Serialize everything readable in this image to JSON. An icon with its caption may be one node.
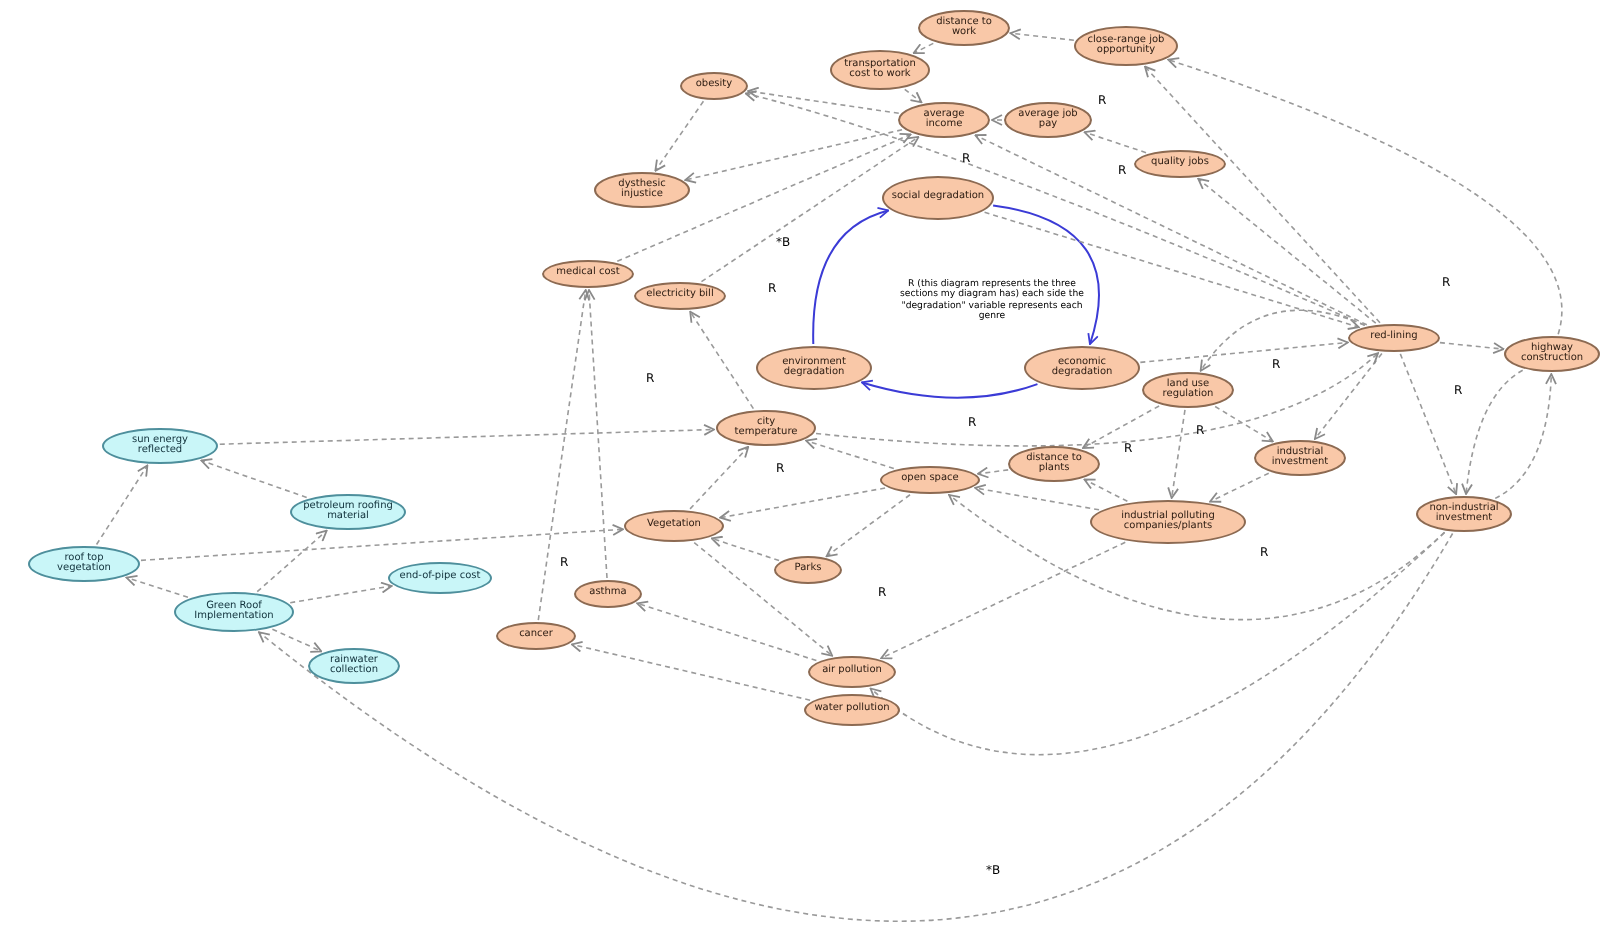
{
  "diagram": {
    "nodes": [
      {
        "text": [
          "distance to work"
        ]
      },
      {
        "text": [
          "close-range job opportunity"
        ]
      },
      {
        "text": [
          "transportation cost to work"
        ]
      },
      {
        "text": [
          "obesity"
        ]
      },
      {
        "text": [
          "average income"
        ]
      },
      {
        "text": [
          "average job pay"
        ]
      },
      {
        "text": [
          "dysthesic injustice"
        ]
      },
      {
        "text": [
          "quality jobs"
        ]
      },
      {
        "text": [
          "social degradation"
        ]
      },
      {
        "text": [
          "medical cost"
        ]
      },
      {
        "text": [
          "electricity bill"
        ]
      },
      {
        "text": [
          "environment degradation"
        ]
      },
      {
        "text": [
          "economic degradation"
        ]
      },
      {
        "text": [
          "red-lining"
        ]
      },
      {
        "text": [
          "highway construction"
        ]
      },
      {
        "text": [
          "land use regulation"
        ]
      },
      {
        "text": [
          "city temperature"
        ]
      },
      {
        "text": [
          "sun energy reflected"
        ]
      },
      {
        "text": [
          "petroleum roofing material"
        ]
      },
      {
        "text": [
          "distance to plants"
        ]
      },
      {
        "text": [
          "industrial investment"
        ]
      },
      {
        "text": [
          "open space"
        ]
      },
      {
        "text": [
          "Vegetation"
        ]
      },
      {
        "text": [
          "industrial polluting companies/plants"
        ]
      },
      {
        "text": [
          "non-industrial investment"
        ]
      },
      {
        "text": [
          "roof top vegetation"
        ]
      },
      {
        "text": [
          "end-of-pipe cost"
        ]
      },
      {
        "text": [
          "Parks"
        ]
      },
      {
        "text": [
          "Green Roof Implementation"
        ]
      },
      {
        "text": [
          "asthma"
        ]
      },
      {
        "text": [
          "cancer"
        ]
      },
      {
        "text": [
          "rainwater collection"
        ]
      },
      {
        "text": [
          "air pollution"
        ]
      },
      {
        "text": [
          "water pollution"
        ]
      }
    ],
    "edges": [
      {
        "from": 1,
        "to": 0,
        "arrow": "to",
        "style": "dashed"
      },
      {
        "from": 0,
        "to": 2,
        "arrow": "to",
        "style": "dashed"
      },
      {
        "from": 2,
        "to": 4,
        "arrow": "to",
        "style": "dashed"
      },
      {
        "from": 4,
        "to": 3,
        "arrow": "to",
        "style": "dashed"
      },
      {
        "from": 3,
        "to": 6,
        "arrow": "to",
        "style": "dashed"
      },
      {
        "from": 4,
        "to": 6,
        "arrow": "to",
        "style": "dashed"
      },
      {
        "from": 5,
        "to": 4,
        "arrow": "to",
        "style": "dashed"
      },
      {
        "from": 7,
        "to": 5,
        "arrow": "to",
        "style": "dashed"
      },
      {
        "from": 13,
        "to": 3,
        "arrow": "to",
        "style": "dashed"
      },
      {
        "from": 9,
        "to": 4,
        "arrow": "to",
        "style": "dashed"
      },
      {
        "from": 10,
        "to": 4,
        "arrow": "to",
        "style": "dashed"
      },
      {
        "from": 8,
        "to": 12,
        "arrow": "to",
        "color": "#3b3bd6"
      },
      {
        "from": 12,
        "to": 11,
        "arrow": "to",
        "color": "#3b3bd6"
      },
      {
        "from": 11,
        "to": 8,
        "arrow": "to",
        "color": "#3b3bd6"
      },
      {
        "from": 13,
        "to": 1,
        "arrow": "to",
        "style": "dashed"
      },
      {
        "from": 13,
        "to": 7,
        "arrow": "to",
        "style": "dashed"
      },
      {
        "from": 13,
        "to": 4,
        "arrow": "to",
        "style": "dashed"
      },
      {
        "from": 8,
        "to": 13,
        "arrow": "to",
        "style": "dashed"
      },
      {
        "from": 13,
        "to": 14,
        "arrow": "to",
        "style": "dashed"
      },
      {
        "from": 13,
        "to": 15,
        "arrow": "to",
        "style": "dashed"
      },
      {
        "from": 13,
        "to": 20,
        "arrow": "to",
        "style": "dashed"
      },
      {
        "from": 13,
        "to": 24,
        "arrow": "to",
        "style": "dashed"
      },
      {
        "from": 14,
        "to": 1,
        "arrow": "to",
        "style": "dashed"
      },
      {
        "from": 24,
        "to": 14,
        "arrow": "to",
        "style": "dashed"
      },
      {
        "from": 14,
        "to": 24,
        "arrow": "to",
        "style": "dashed"
      },
      {
        "from": 16,
        "to": 13,
        "arrow": "to",
        "style": "dashed"
      },
      {
        "from": 16,
        "to": 10,
        "arrow": "to",
        "style": "dashed"
      },
      {
        "from": 17,
        "to": 16,
        "arrow": "to",
        "style": "dashed"
      },
      {
        "from": 18,
        "to": 17,
        "arrow": "to",
        "style": "dashed"
      },
      {
        "from": 25,
        "to": 17,
        "arrow": "to",
        "style": "dashed"
      },
      {
        "from": 28,
        "to": 25,
        "arrow": "to",
        "style": "dashed"
      },
      {
        "from": 28,
        "to": 18,
        "arrow": "to",
        "style": "dashed"
      },
      {
        "from": 28,
        "to": 26,
        "arrow": "to",
        "style": "dashed"
      },
      {
        "from": 28,
        "to": 31,
        "arrow": "to",
        "style": "dashed"
      },
      {
        "from": 25,
        "to": 22,
        "arrow": "to",
        "style": "dashed"
      },
      {
        "from": 22,
        "to": 16,
        "arrow": "to",
        "style": "dashed"
      },
      {
        "from": 21,
        "to": 16,
        "arrow": "to",
        "style": "dashed"
      },
      {
        "from": 21,
        "to": 22,
        "arrow": "to",
        "style": "dashed"
      },
      {
        "from": 21,
        "to": 27,
        "arrow": "to",
        "style": "dashed"
      },
      {
        "from": 27,
        "to": 22,
        "arrow": "to",
        "style": "dashed"
      },
      {
        "from": 19,
        "to": 21,
        "arrow": "to",
        "style": "dashed"
      },
      {
        "from": 15,
        "to": 19,
        "arrow": "to",
        "style": "dashed"
      },
      {
        "from": 15,
        "to": 23,
        "arrow": "to",
        "style": "dashed"
      },
      {
        "from": 15,
        "to": 20,
        "arrow": "to",
        "style": "dashed"
      },
      {
        "from": 20,
        "to": 23,
        "arrow": "to",
        "style": "dashed"
      },
      {
        "from": 23,
        "to": 19,
        "arrow": "to",
        "style": "dashed"
      },
      {
        "from": 23,
        "to": 21,
        "arrow": "to",
        "style": "dashed"
      },
      {
        "from": 23,
        "to": 32,
        "arrow": "to",
        "style": "dashed"
      },
      {
        "from": 22,
        "to": 32,
        "arrow": "to",
        "style": "dashed"
      },
      {
        "from": 32,
        "to": 29,
        "arrow": "to",
        "style": "dashed"
      },
      {
        "from": 33,
        "to": 30,
        "arrow": "to",
        "style": "dashed"
      },
      {
        "from": 30,
        "to": 9,
        "arrow": "to",
        "style": "dashed"
      },
      {
        "from": 29,
        "to": 9,
        "arrow": "to",
        "style": "dashed"
      },
      {
        "from": 24,
        "to": 28,
        "arrow": "to",
        "style": "dashed"
      },
      {
        "from": 24,
        "to": 32,
        "arrow": "to",
        "style": "dashed"
      },
      {
        "from": 24,
        "to": 21,
        "arrow": "to",
        "style": "dashed"
      },
      {
        "from": 12,
        "to": 13,
        "arrow": "to",
        "style": "dashed"
      }
    ],
    "labels": [
      "R",
      "R",
      "R",
      "*B",
      "R",
      "R",
      "R (this diagram represents the three sections my diagram has) each side the \"degradation\" variable represents each genre",
      "R",
      "R",
      "R",
      "R",
      "R",
      "R",
      "R",
      "R",
      "R",
      "R",
      "*B"
    ]
  }
}
